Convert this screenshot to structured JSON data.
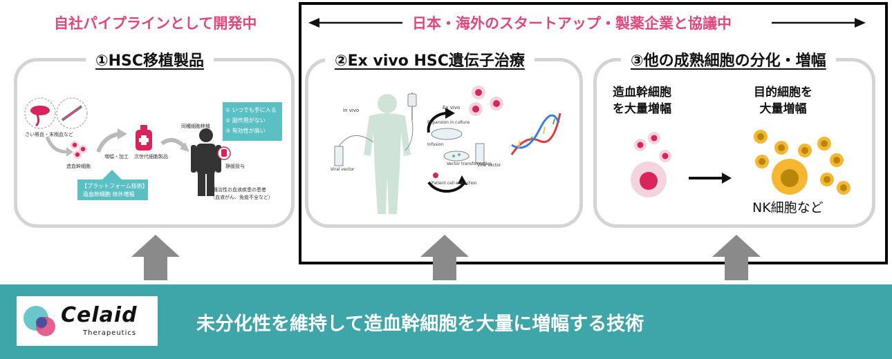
{
  "header": {
    "left_label": "自社パイプラインとして開発中",
    "right_label": "日本・海外のスタートアップ・製薬企業と協議中"
  },
  "panels": [
    {
      "title": "①HSC移植製品"
    },
    {
      "title": "②Ex vivo HSC遺伝子治療"
    },
    {
      "title": "③他の成熟細胞の分化・増幅"
    }
  ],
  "panel1": {
    "source_label": "さい帯血・末梢血など",
    "stem_label": "造血幹細胞",
    "expand_label": "増幅・加工",
    "product_label": "次世代細胞製品",
    "allo_label": "同種細胞移植",
    "benefits": [
      "① いつでも手に入る",
      "② 副作用がない",
      "③ 有効性が高い"
    ],
    "platform_label": "【プラットフォーム技術】",
    "platform_sub": "造血幹細胞 体外増幅",
    "iv_label": "静脈投与",
    "patient_label": "難治性の血液疾患の患者",
    "patient_sub": "（血液がん、免疫不全など）"
  },
  "panel2": {
    "in_vivo": "In vivo",
    "ex_vivo": "Ex vivo",
    "expansion": "Expansion in culture",
    "infusion": "Infusion",
    "viral_vector_left": "Viral vector",
    "viral_vector_right": "Viral vector",
    "vector_transformation": "Vector transformation",
    "patient_cell_extraction": "Patient cell extraction"
  },
  "panel3": {
    "left_caption": [
      "造血幹細胞",
      "を大量増幅"
    ],
    "right_caption": [
      "目的細胞を",
      "大量増幅"
    ],
    "nk_label": "NK細胞など"
  },
  "logo": {
    "name": "Celaid",
    "sub": "Therapeutics"
  },
  "bottom_text": "未分化性を維持して造血幹細胞を大量に増幅する技術",
  "colors": {
    "accent_pink": "#e0457b",
    "teal": "#3ea5a9",
    "cell_red": "#d8245a",
    "nk_yellow": "#f5b731",
    "arrow_gray": "#8a8a8a"
  }
}
